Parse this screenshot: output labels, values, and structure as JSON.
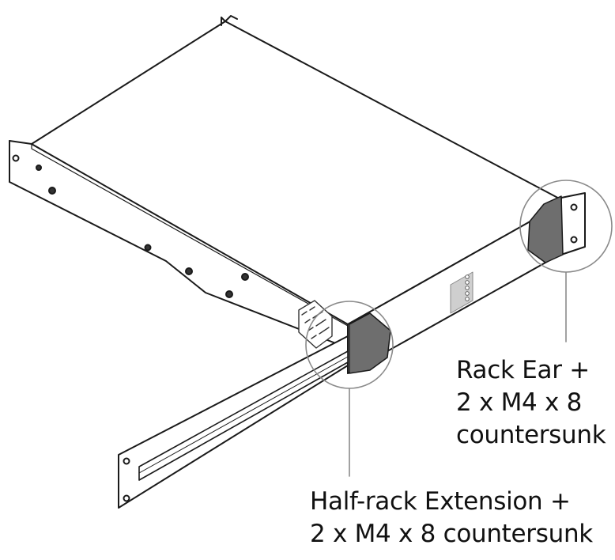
{
  "colors": {
    "line": "#1a1a1a",
    "panel_fill": "#ffffff",
    "shade": "#6e6e6e",
    "leader": "#8a8a8a"
  },
  "callouts": {
    "rack_ear": {
      "line1": "Rack Ear +",
      "line2": "2 x M4 x 8",
      "line3": "countersunk"
    },
    "half_rack_extension": {
      "line1": "Half-rack Extension +",
      "line2": "2 x M4 x 8 countersunk"
    }
  }
}
